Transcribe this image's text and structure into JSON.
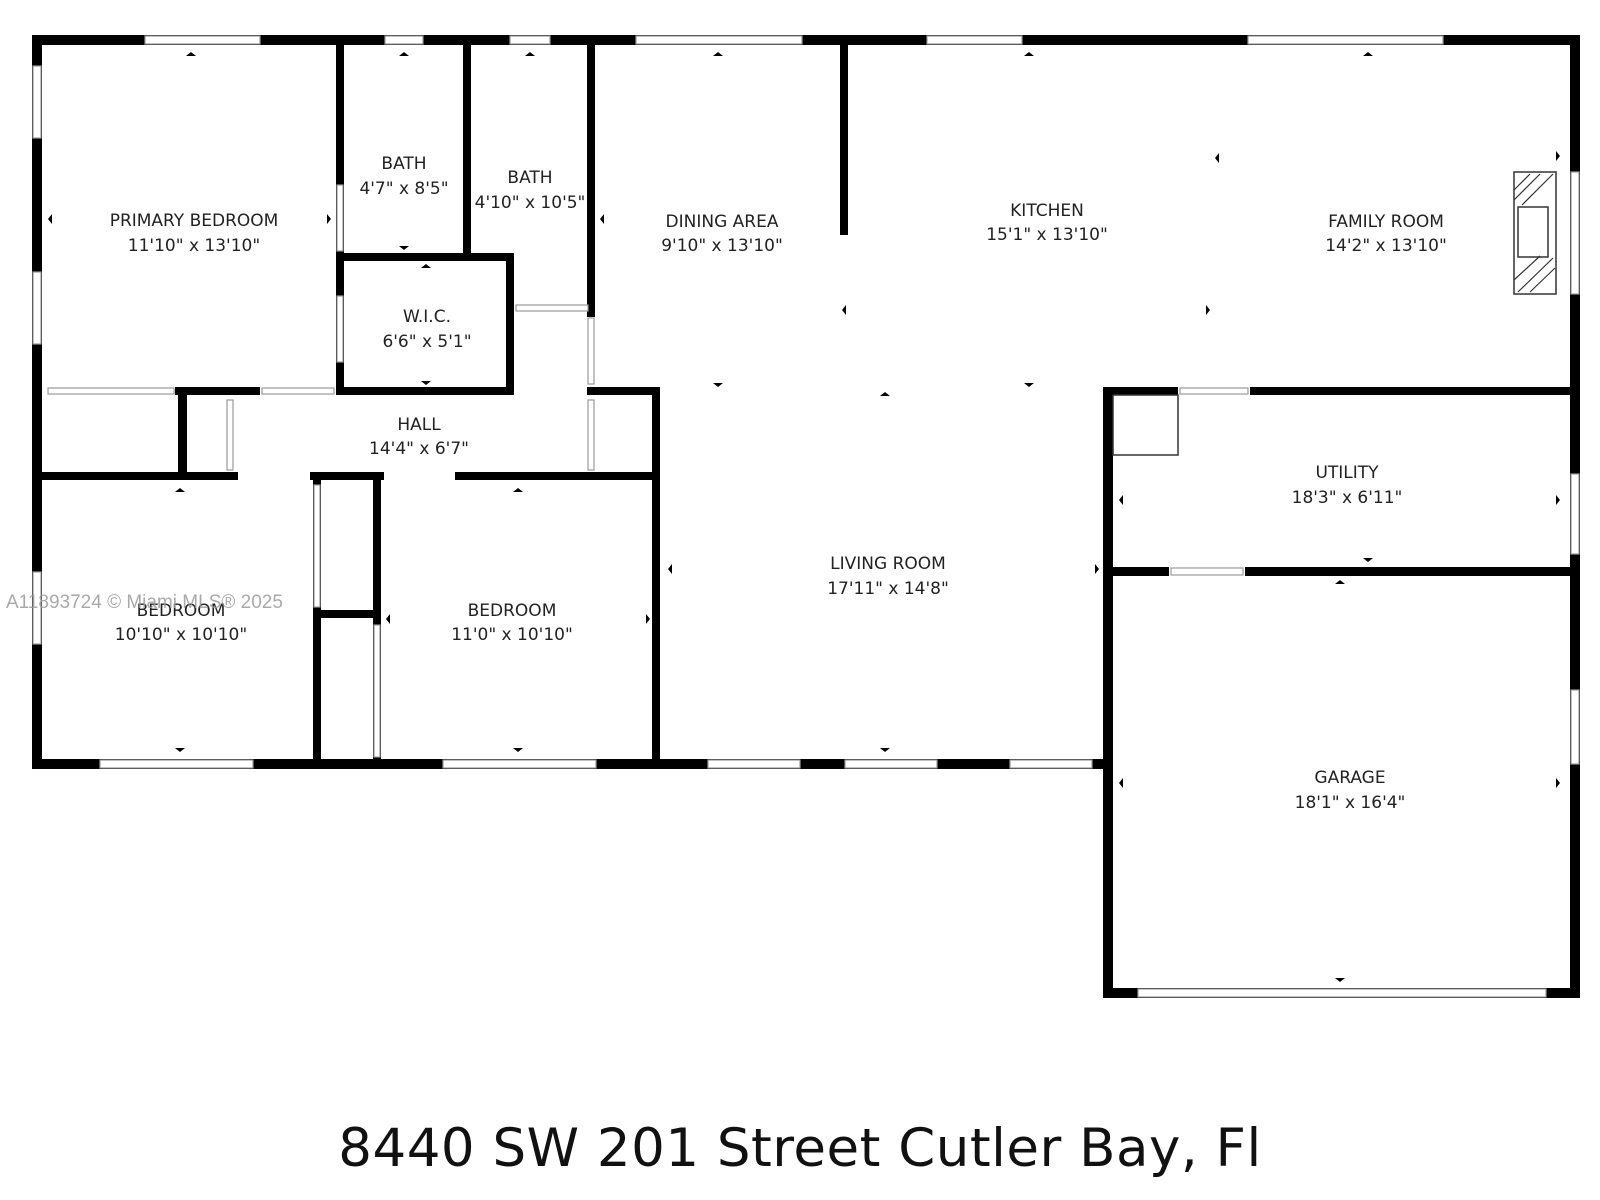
{
  "watermark": "A11893724 © Miami MLS® 2025",
  "address": "8440 SW 201 Street Cutler Bay, Fl",
  "rooms": {
    "primary_bedroom": {
      "name": "PRIMARY BEDROOM",
      "dims": "11'10\" x 13'10\""
    },
    "bath_1": {
      "name": "BATH",
      "dims": "4'7\" x 8'5\""
    },
    "bath_2": {
      "name": "BATH",
      "dims": "4'10\" x 10'5\""
    },
    "dining_area": {
      "name": "DINING AREA",
      "dims": "9'10\" x 13'10\""
    },
    "kitchen": {
      "name": "KITCHEN",
      "dims": "15'1\" x 13'10\""
    },
    "family_room": {
      "name": "FAMILY ROOM",
      "dims": "14'2\" x 13'10\""
    },
    "wic": {
      "name": "W.I.C.",
      "dims": "6'6\" x 5'1\""
    },
    "hall": {
      "name": "HALL",
      "dims": "14'4\" x 6'7\""
    },
    "utility": {
      "name": "UTILITY",
      "dims": "18'3\" x 6'11\""
    },
    "bedroom_1": {
      "name": "BEDROOM",
      "dims": "10'10\" x 10'10\""
    },
    "bedroom_2": {
      "name": "BEDROOM",
      "dims": "11'0\" x 10'10\""
    },
    "living_room": {
      "name": "LIVING ROOM",
      "dims": "17'11\" x 14'8\""
    },
    "garage": {
      "name": "GARAGE",
      "dims": "18'1\" x 16'4\""
    }
  },
  "colors": {
    "wall": "#000000",
    "window": "#ffffff",
    "window_stroke": "#9a9a9a",
    "text": "#222222"
  }
}
